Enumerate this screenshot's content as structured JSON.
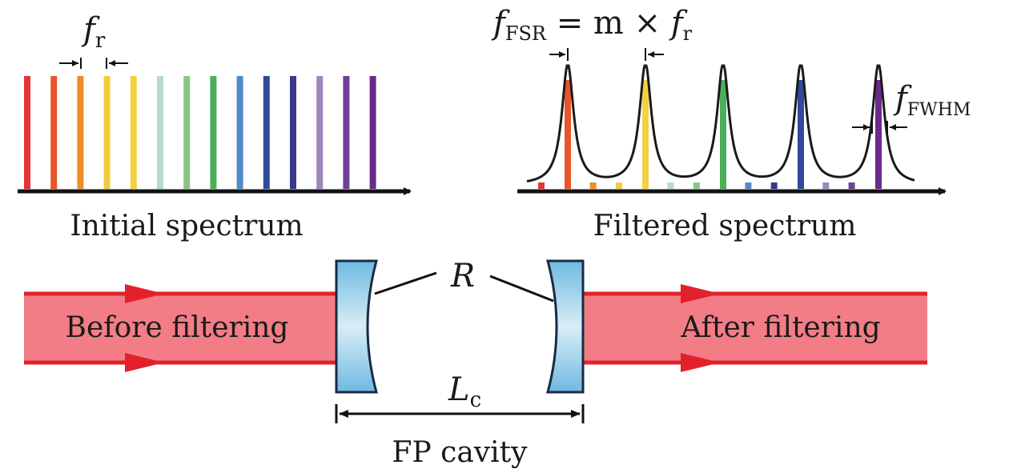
{
  "initial_spectrum": {
    "label": "Initial spectrum",
    "spacing_label": {
      "symbol": "f",
      "subscript": "r"
    },
    "line_colors": [
      "#e53438",
      "#e9542a",
      "#ef8d24",
      "#f2cc3e",
      "#f2d145",
      "#b3dcca",
      "#8ac585",
      "#4caf57",
      "#4f8bc7",
      "#2f4a9b",
      "#383a8e",
      "#9c87c0",
      "#6e3f96",
      "#6b2a8a"
    ]
  },
  "filtered_spectrum": {
    "label": "Filtered spectrum",
    "fsr_label": {
      "symbol": "f",
      "subscript": "FSR",
      "relation": " = m × ",
      "rhs_symbol": "f",
      "rhs_subscript": "r"
    },
    "fwhm_label": {
      "symbol": "f",
      "subscript": "FWHM"
    },
    "passed_colors": [
      "#e9542a",
      "#f2d145",
      "#4caf57",
      "#2f4a9b",
      "#6b2a8a"
    ],
    "suppressed_colors": [
      "#e53438",
      "#ef8d24",
      "#f2cc3e",
      "#b3dcca",
      "#8ac585",
      "#4f8bc7",
      "#383a8e",
      "#9c87c0",
      "#6e3f96"
    ]
  },
  "beam": {
    "before_label": "Before filtering",
    "after_label": "After filtering",
    "color": "#f27d86",
    "edge_color": "#e3212d"
  },
  "cavity": {
    "mirror_label": "R",
    "length_label": {
      "symbol": "L",
      "subscript": "c"
    },
    "name": "FP cavity",
    "mirror_color": "#7fc3e6"
  }
}
